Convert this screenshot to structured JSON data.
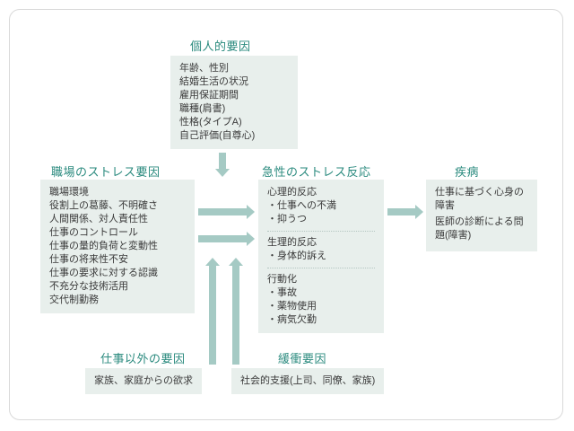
{
  "colors": {
    "title": "#2a8a7e",
    "box_bg": "#e8efec",
    "arrow": "#a5cac4",
    "text": "#3a3a3a",
    "frame_border": "#d9d9d9"
  },
  "diagram": {
    "personal": {
      "title": "個人的要因",
      "lines": [
        "年齢、性別",
        "結婚生活の状況",
        "雇用保証期間",
        "職種(肩書)",
        "性格(タイプA)",
        "自己評価(自尊心)"
      ]
    },
    "workplace": {
      "title": "職場のストレス要因",
      "lines": [
        "職場環境",
        "役割上の葛藤、不明確さ",
        "人間関係、対人責任性",
        "仕事のコントロール",
        "仕事の量的負荷と変動性",
        "仕事の将来性不安",
        "仕事の要求に対する認識",
        "不充分な技術活用",
        "交代制勤務"
      ]
    },
    "acute": {
      "title": "急性のストレス反応",
      "sections": [
        {
          "heading": "心理的反応",
          "items": [
            "・仕事への不満",
            "・抑うつ"
          ]
        },
        {
          "heading": "生理的反応",
          "items": [
            "・身体的訴え"
          ]
        },
        {
          "heading": "行動化",
          "items": [
            "・事故",
            "・薬物使用",
            "・病気欠勤"
          ]
        }
      ]
    },
    "disease": {
      "title": "疾病",
      "lines": [
        "仕事に基づく心身の障害",
        "医師の診断による問題(障害)"
      ]
    },
    "nonwork": {
      "title": "仕事以外の要因",
      "box": "家族、家庭からの欲求"
    },
    "buffer": {
      "title": "緩衝要因",
      "box": "社会的支援(上司、同僚、家族)"
    }
  }
}
